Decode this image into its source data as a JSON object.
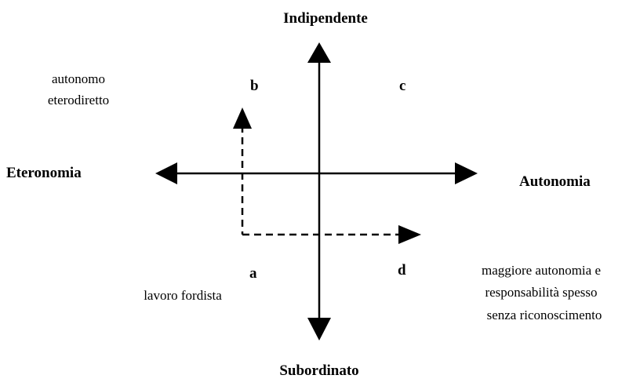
{
  "axes": {
    "top_label": "Indipendente",
    "bottom_label": "Subordinato",
    "left_label": "Eteronomia",
    "right_label": "Autonomia"
  },
  "quadrants": {
    "a": {
      "letter": "a",
      "description": "lavoro fordista"
    },
    "b": {
      "letter": "b",
      "description_lines": [
        "autonomo",
        "eterodiretto"
      ]
    },
    "c": {
      "letter": "c"
    },
    "d": {
      "letter": "d",
      "description_lines": [
        "maggiore autonomia e",
        "responsabilità spesso",
        "senza riconoscimento"
      ]
    }
  },
  "colors": {
    "line": "#000000",
    "background": "#ffffff"
  }
}
